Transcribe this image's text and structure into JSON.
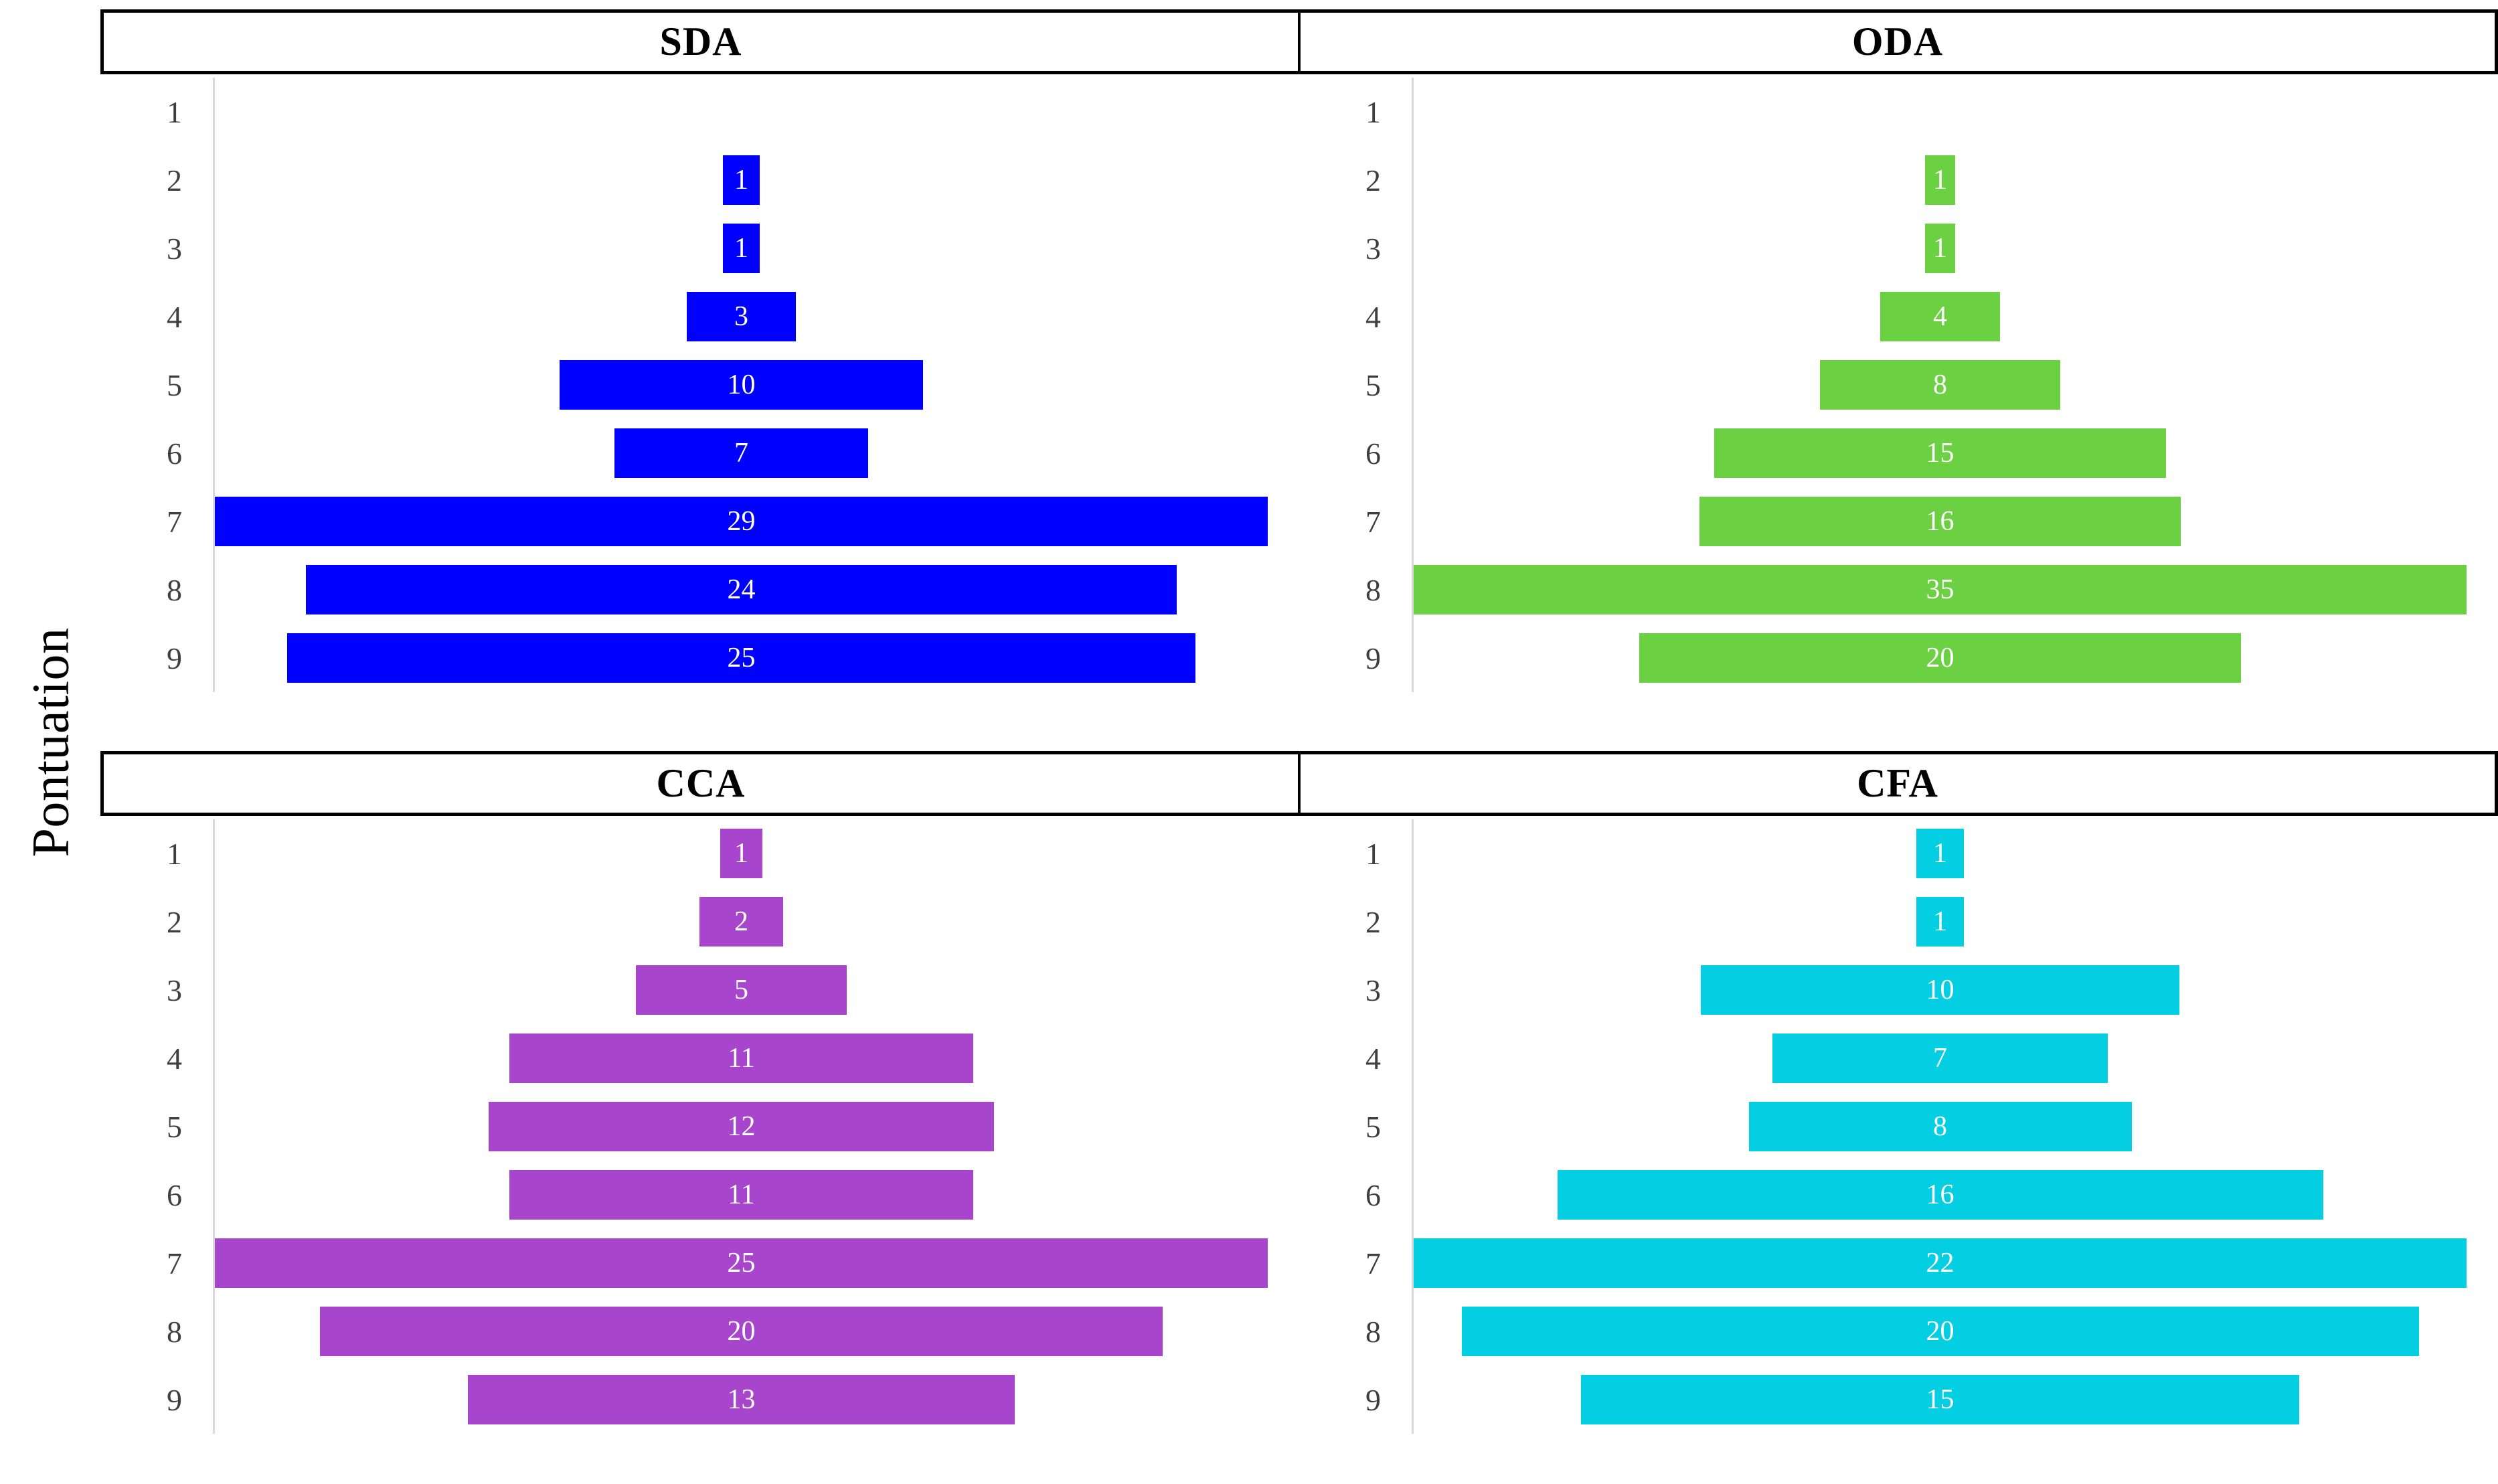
{
  "axis": {
    "y_title": "Pontuation"
  },
  "chart_data": {
    "type": "bar",
    "title": "",
    "subtitle": "",
    "xlabel": "",
    "ylabel": "Pontuation",
    "orientation": "horizontal-centered",
    "layout": "2x2 panel grid, each panel a centered (funnel/pyramid) horizontal bar chart",
    "grid": false,
    "legend": null,
    "categories": [
      "1",
      "2",
      "3",
      "4",
      "5",
      "6",
      "7",
      "8",
      "9"
    ],
    "panels": [
      {
        "name": "SDA",
        "color": "#0000FF",
        "values": [
          0,
          1,
          1,
          3,
          10,
          7,
          29,
          24,
          25
        ],
        "labels": [
          "",
          "1",
          "1",
          "3",
          "10",
          "7",
          "29",
          "24",
          "25"
        ],
        "max": 29
      },
      {
        "name": "ODA",
        "color": "#6CD043",
        "values": [
          0,
          1,
          1,
          4,
          8,
          15,
          16,
          35,
          20
        ],
        "labels": [
          "",
          "1",
          "1",
          "4",
          "8",
          "15",
          "16",
          "35",
          "20"
        ],
        "max": 35
      },
      {
        "name": "CCA",
        "color": "#A746CC",
        "values": [
          1,
          2,
          5,
          11,
          12,
          11,
          25,
          20,
          13
        ],
        "labels": [
          "1",
          "2",
          "5",
          "11",
          "12",
          "11",
          "25",
          "20",
          "13"
        ],
        "max": 25
      },
      {
        "name": "CFA",
        "color": "#04CEE2",
        "values": [
          1,
          1,
          10,
          7,
          8,
          16,
          22,
          20,
          15
        ],
        "labels": [
          "1",
          "1",
          "10",
          "7",
          "8",
          "16",
          "22",
          "20",
          "15"
        ],
        "max": 22
      }
    ],
    "colors": {
      "sda": "#0000FF",
      "oda": "#6CD043",
      "cca": "#A746CC",
      "cfa": "#04CEE2",
      "axis_line": "#D9D9D9",
      "tick_label": "#3F3F3F",
      "border": "#000000"
    }
  }
}
